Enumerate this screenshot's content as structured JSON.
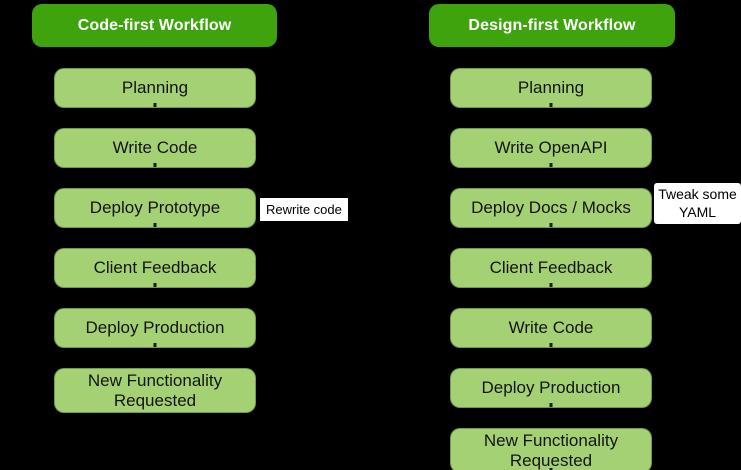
{
  "colors": {
    "background": "#000000",
    "header_bg": "#3ea30c",
    "header_text": "#ffffff",
    "step_bg": "#a5d175",
    "step_text": "#141414",
    "note_bg": "#ffffff",
    "note_text": "#000000"
  },
  "columns": [
    {
      "id": "code-first",
      "title": "Code-first Workflow",
      "steps": [
        {
          "label": "Planning",
          "arrow_out": true
        },
        {
          "label": "Write Code",
          "arrow_out": true
        },
        {
          "label": "Deploy Prototype",
          "arrow_out": true
        },
        {
          "label": "Client Feedback",
          "arrow_out": true
        },
        {
          "label": "Deploy Production",
          "arrow_out": true
        },
        {
          "label": "New Functionality Requested",
          "arrow_out": false
        }
      ]
    },
    {
      "id": "design-first",
      "title": "Design-first Workflow",
      "steps": [
        {
          "label": "Planning",
          "arrow_out": true
        },
        {
          "label": "Write OpenAPI",
          "arrow_out": true
        },
        {
          "label": "Deploy Docs / Mocks",
          "arrow_out": true
        },
        {
          "label": "Client Feedback",
          "arrow_out": true
        },
        {
          "label": "Write Code",
          "arrow_out": true
        },
        {
          "label": "Deploy Production",
          "arrow_out": true
        },
        {
          "label": "New Functionality Requested",
          "arrow_out": true
        }
      ]
    }
  ],
  "notes": [
    {
      "text": "Rewrite code",
      "column": "code-first",
      "near_step": "Deploy Prototype"
    },
    {
      "text": "Tweak some YAML",
      "column": "design-first",
      "near_step": "Deploy Docs / Mocks"
    }
  ]
}
